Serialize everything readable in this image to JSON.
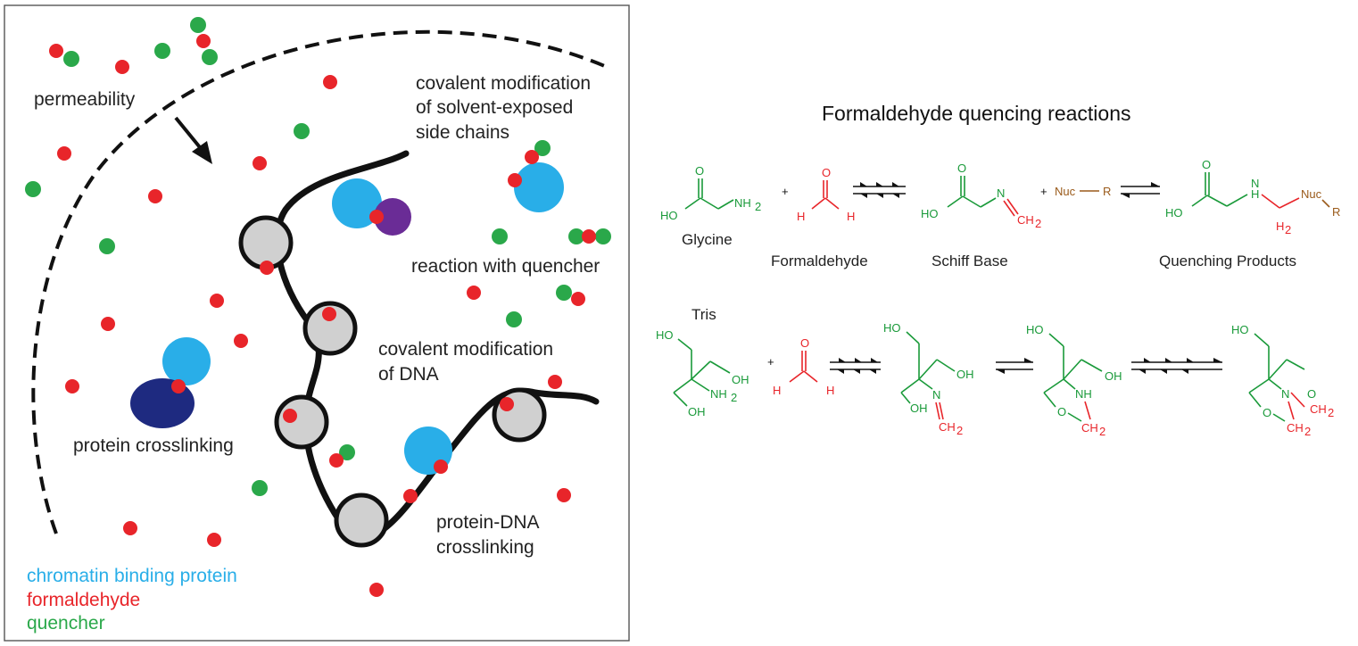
{
  "left_panel": {
    "labels": {
      "permeability": "permeability",
      "covalent_sidechains_1": "covalent modification",
      "covalent_sidechains_2": "of solvent-exposed",
      "covalent_sidechains_3": "side chains",
      "reaction_quencher": "reaction with quencher",
      "covalent_dna_1": "covalent modification",
      "covalent_dna_2": "of DNA",
      "protein_crosslinking": "protein crosslinking",
      "protein_dna_1": "protein-DNA",
      "protein_dna_2": "crosslinking"
    },
    "legend": [
      {
        "text": "chromatin binding protein",
        "color": "#29aee8"
      },
      {
        "text": "formaldehyde",
        "color": "#e8252a"
      },
      {
        "text": "quencher",
        "color": "#2aa84a"
      }
    ]
  },
  "right_panel": {
    "title": "Formaldehyde quencing reactions",
    "glycine_row": {
      "names": [
        "Glycine",
        "Formaldehyde",
        "Schiff Base",
        "Quenching Products"
      ],
      "atoms": {
        "o": "O",
        "ho": "HO",
        "nh2": "NH",
        "sub2": "2",
        "h": "H",
        "n": "N",
        "ch2": "CH",
        "nuc": "Nuc",
        "r": "R",
        "plus": "+"
      }
    },
    "tris_row": {
      "name": "Tris",
      "atoms": {
        "ho": "HO",
        "oh": "OH",
        "nh2": "NH",
        "nh": "NH",
        "n": "N",
        "o": "O",
        "ch2": "CH",
        "h": "H",
        "sub2": "2",
        "plus": "+"
      }
    }
  },
  "colors": {
    "formaldehyde": "#e8252a",
    "quencher": "#2aa84a",
    "chromatin_protein": "#29aee8",
    "purple_protein": "#6a2c96",
    "navy_protein": "#1e2a80",
    "nucleosome": "#d0d0d0",
    "chem_green": "#1a9a3a",
    "chem_red": "#e8252a",
    "chem_brown": "#9a5a1a"
  }
}
